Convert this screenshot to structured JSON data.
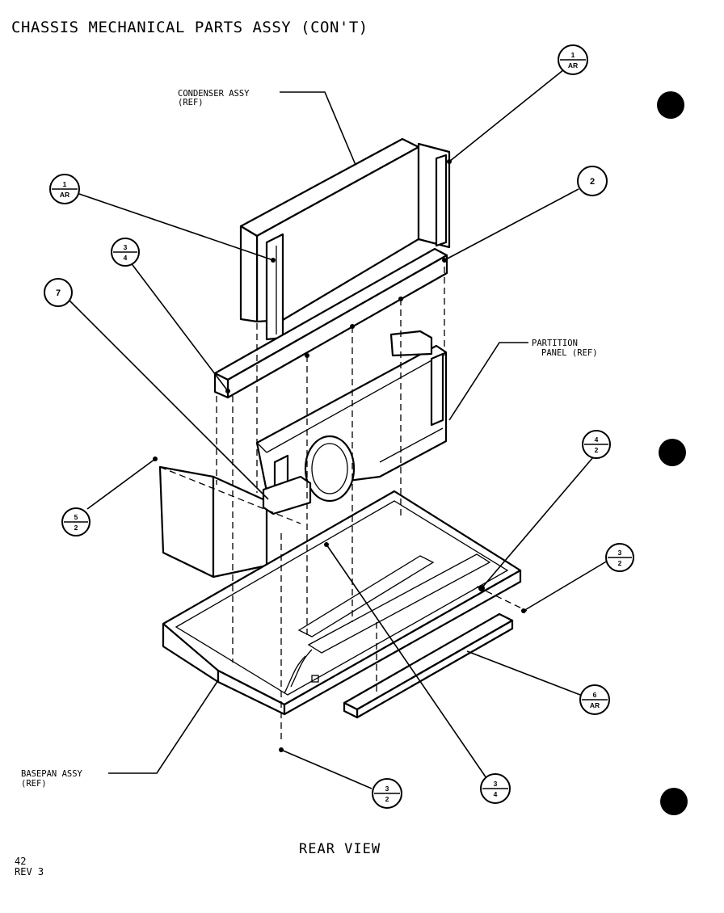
{
  "header": {
    "title": "CHASSIS MECHANICAL PARTS ASSY (CON'T)"
  },
  "labels": {
    "condenser_line1": "CONDENSER ASSY",
    "condenser_line2": "(REF)",
    "partition_line1": "PARTITION",
    "partition_line2": "PANEL (REF)",
    "basepan_line1": "BASEPAN ASSY",
    "basepan_line2": "(REF)"
  },
  "view_caption": "REAR VIEW",
  "footer": {
    "page": "42",
    "revision": "REV 3"
  },
  "callouts": {
    "c1": {
      "top": "1",
      "bottom": "AR"
    },
    "c2": {
      "value": "2"
    },
    "c3": {
      "top": "1",
      "bottom": "AR"
    },
    "c4": {
      "top": "3",
      "bottom": "4"
    },
    "c5": {
      "value": "7"
    },
    "c6": {
      "top": "4",
      "bottom": "2"
    },
    "c7": {
      "top": "5",
      "bottom": "2"
    },
    "c8": {
      "top": "3",
      "bottom": "2"
    },
    "c9": {
      "top": "6",
      "bottom": "AR"
    },
    "c10": {
      "top": "3",
      "bottom": "2"
    },
    "c11": {
      "top": "3",
      "bottom": "4"
    }
  },
  "colors": {
    "ink": "#000000",
    "paper": "#ffffff"
  }
}
